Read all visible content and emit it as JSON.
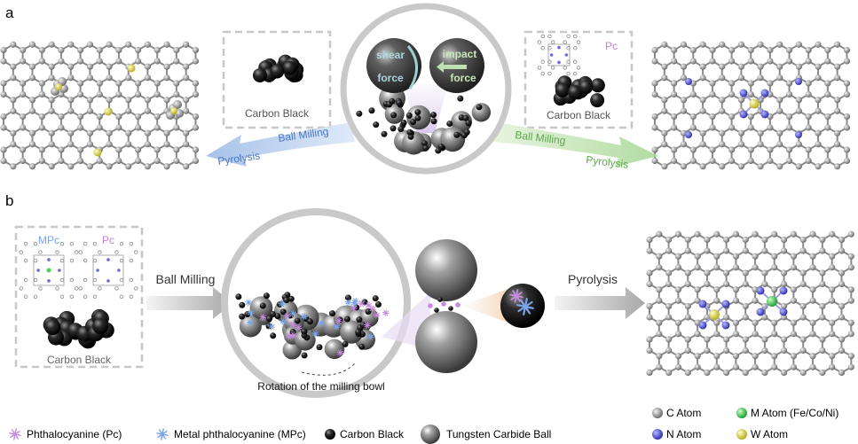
{
  "panel_a": {
    "label": "a",
    "carbon_black_left": "Carbon Black",
    "carbon_black_right": "Carbon Black",
    "pc_label": "Pc",
    "shear": [
      "shear",
      "force"
    ],
    "impact": [
      "impact",
      "force"
    ],
    "left_arrow": {
      "top": "Ball Milling",
      "bottom": "Pyrolysis"
    },
    "right_arrow": {
      "top": "Ball Milling",
      "bottom": "Pyrolysis"
    }
  },
  "panel_b": {
    "label": "b",
    "mpc_label": "MPc",
    "pc_label": "Pc",
    "carbon_black": "Carbon Black",
    "ball_milling": "Ball Milling",
    "pyrolysis": "Pyrolysis",
    "rotation": "Rotation of the milling bowl"
  },
  "legend": {
    "pc": "Phthalocyanine (Pc)",
    "mpc": "Metal phthalocyanine (MPc)",
    "carbon_black": "Carbon Black",
    "tungsten": "Tungsten Carbide Ball",
    "c_atom": "C Atom",
    "n_atom": "N Atom",
    "m_atom": "M Atom (Fe/Co/Ni)",
    "w_atom": "W Atom"
  },
  "colors": {
    "c": "#9a9a9a",
    "n": "#5a5ad8",
    "w": "#e8e05a",
    "m": "#4fcf5a",
    "blue_arrow": "#a9c6ec",
    "green_arrow": "#b7dfa8",
    "pc": "#c58be0",
    "mpc": "#7aa3ea"
  }
}
